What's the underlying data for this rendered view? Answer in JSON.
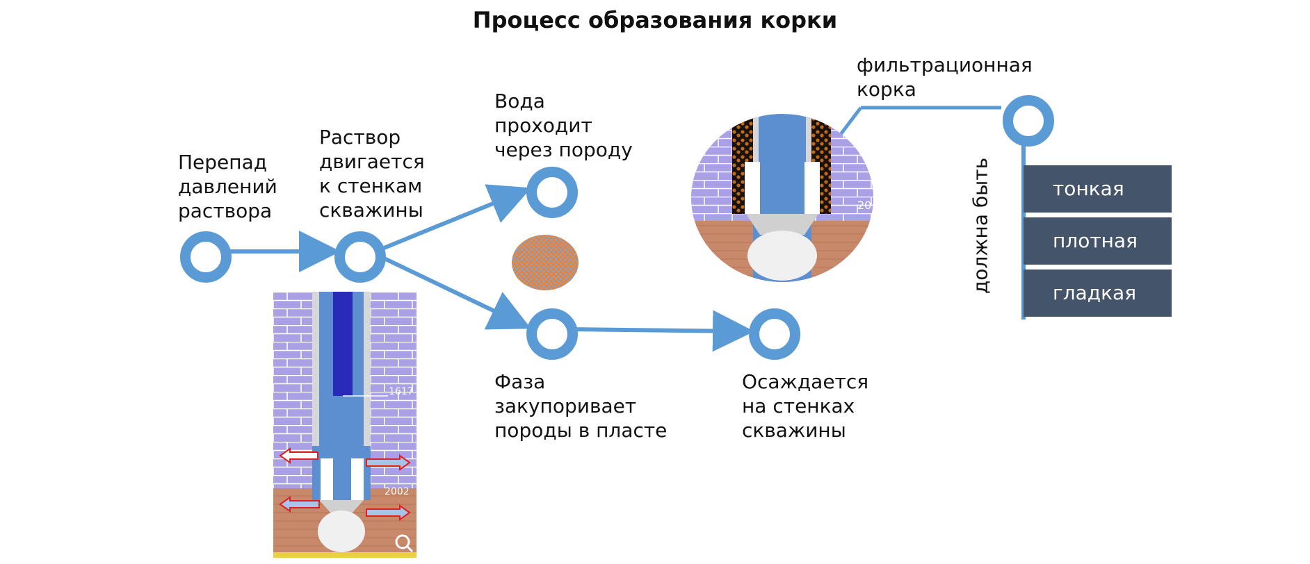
{
  "title": "Процесс образования корки",
  "steps": {
    "pressure": "Перепад\nдавлений\nраствора",
    "moves": "Раствор\nдвигается\nк стенкам\nскважины",
    "water": "Вода\nпроходит\nчерез породу",
    "phase": "Фаза\nзакупоривает\nпороды в пласте",
    "settles": "Осаждается\nна стенках\nскважины",
    "cake": "фильтрационная\nкорка"
  },
  "must_be": "должна быть",
  "properties": [
    "тонкая",
    "плотная",
    "гладкая"
  ],
  "illustration_labels": {
    "depth_top": "1617",
    "depth_bottom": "2002",
    "depth_right": "20"
  },
  "colors": {
    "accent": "#5b9bd5",
    "box": "#44546a",
    "brick": "#a9a0e6",
    "pipe": "#2a2ab8",
    "soil": "#c8886a"
  }
}
